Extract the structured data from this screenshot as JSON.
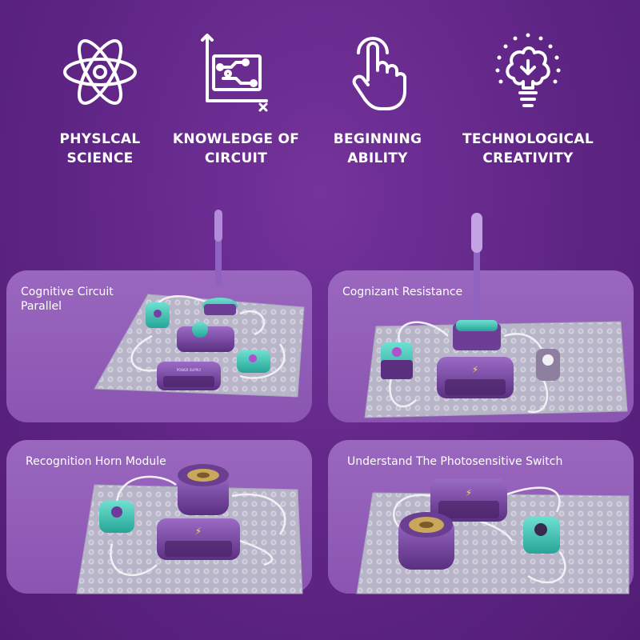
{
  "features": [
    {
      "icon": "atom-icon",
      "line1": "PHYSLCAL",
      "line2": "SCIENCE"
    },
    {
      "icon": "circuit-graph-icon",
      "line1": "KNOWLEDGE OF",
      "line2": "CIRCUIT"
    },
    {
      "icon": "tap-hand-icon",
      "line1": "BEGINNING",
      "line2": "ABILITY"
    },
    {
      "icon": "brain-bulb-icon",
      "line1": "TECHNOLOGICAL",
      "line2": "CREATIVITY"
    }
  ],
  "panels": [
    {
      "line1": "Cognitive Circuit",
      "line2": " Parallel"
    },
    {
      "line1": "Cognizant Resistance",
      "line2": ""
    },
    {
      "line1": "Recognition Horn Module",
      "line2": ""
    },
    {
      "line1": "Understand The Photosensitive Switch",
      "line2": ""
    }
  ],
  "colors": {
    "background": "#5f2585",
    "panel": "#9a67bf",
    "module_purple": "#7b4aa6",
    "module_teal": "#3fc9b8",
    "baseplate": "#b9b6c9"
  }
}
